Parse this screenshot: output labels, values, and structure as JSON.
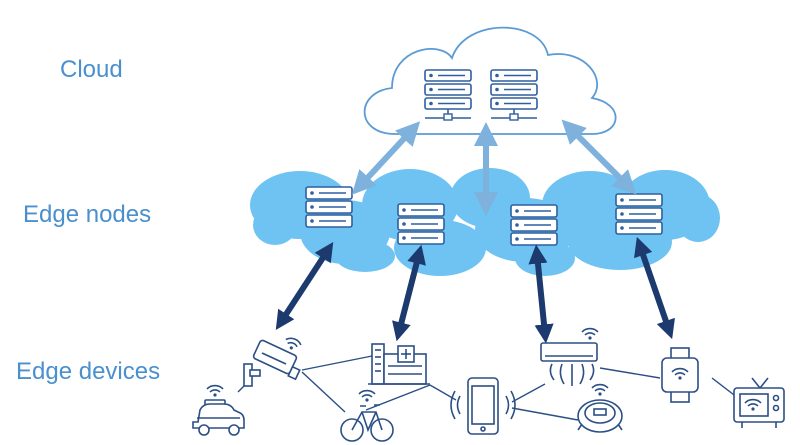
{
  "labels": {
    "cloud": "Cloud",
    "edge_nodes": "Edge nodes",
    "edge_devices": "Edge devices"
  },
  "colors": {
    "label_text": "#4a8fce",
    "cloud_outline": "#5b9bd5",
    "edge_cloud_fill": "#6ec3f2",
    "server_outline": "#2f5f9e",
    "device_outline": "#2b4f85",
    "arrow_light": "#7fb1dd",
    "arrow_dark": "#1d3a6e"
  },
  "icons": [
    "cloud-icon",
    "server-rack-icon",
    "security-camera-icon",
    "taxi-icon",
    "factory-icon",
    "bicycle-icon",
    "smartphone-icon",
    "air-conditioner-icon",
    "robot-vacuum-icon",
    "smartwatch-icon",
    "tv-icon",
    "wifi-icon"
  ]
}
